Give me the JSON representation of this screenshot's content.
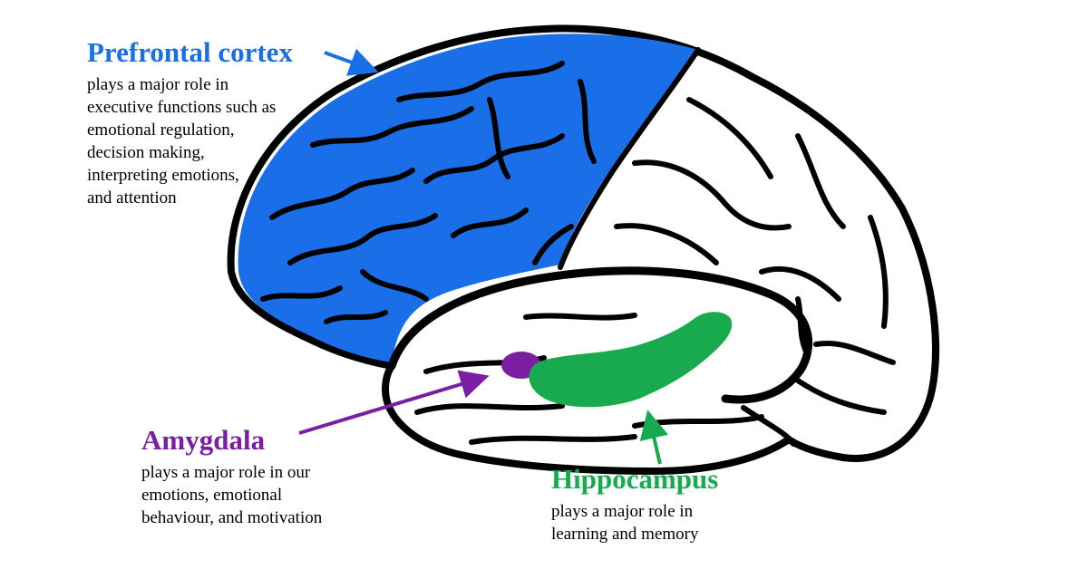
{
  "regions": {
    "prefrontal": {
      "title": "Prefrontal cortex",
      "description": "plays a major role in executive functions such as emotional regulation, decision making, interpreting emotions, and attention",
      "lines": [
        "plays a major role in",
        "executive functions such as",
        "emotional regulation,",
        "decision making,",
        "interpreting emotions,",
        "and attention"
      ],
      "color": "#1a6fe8"
    },
    "amygdala": {
      "title": "Amygdala",
      "description": "plays a major role in our emotions, emotional behaviour, and motivation",
      "lines": [
        "plays a major role in our",
        "emotions, emotional",
        "behaviour, and motivation"
      ],
      "color": "#7a1fa2"
    },
    "hippocampus": {
      "title": "Hippocampus",
      "description": "plays a major role in learning and memory",
      "lines": [
        "plays a major role in",
        "learning and memory"
      ],
      "color": "#19a94f"
    }
  },
  "colors": {
    "outline": "#000000",
    "brain_fill": "#ffffff"
  }
}
